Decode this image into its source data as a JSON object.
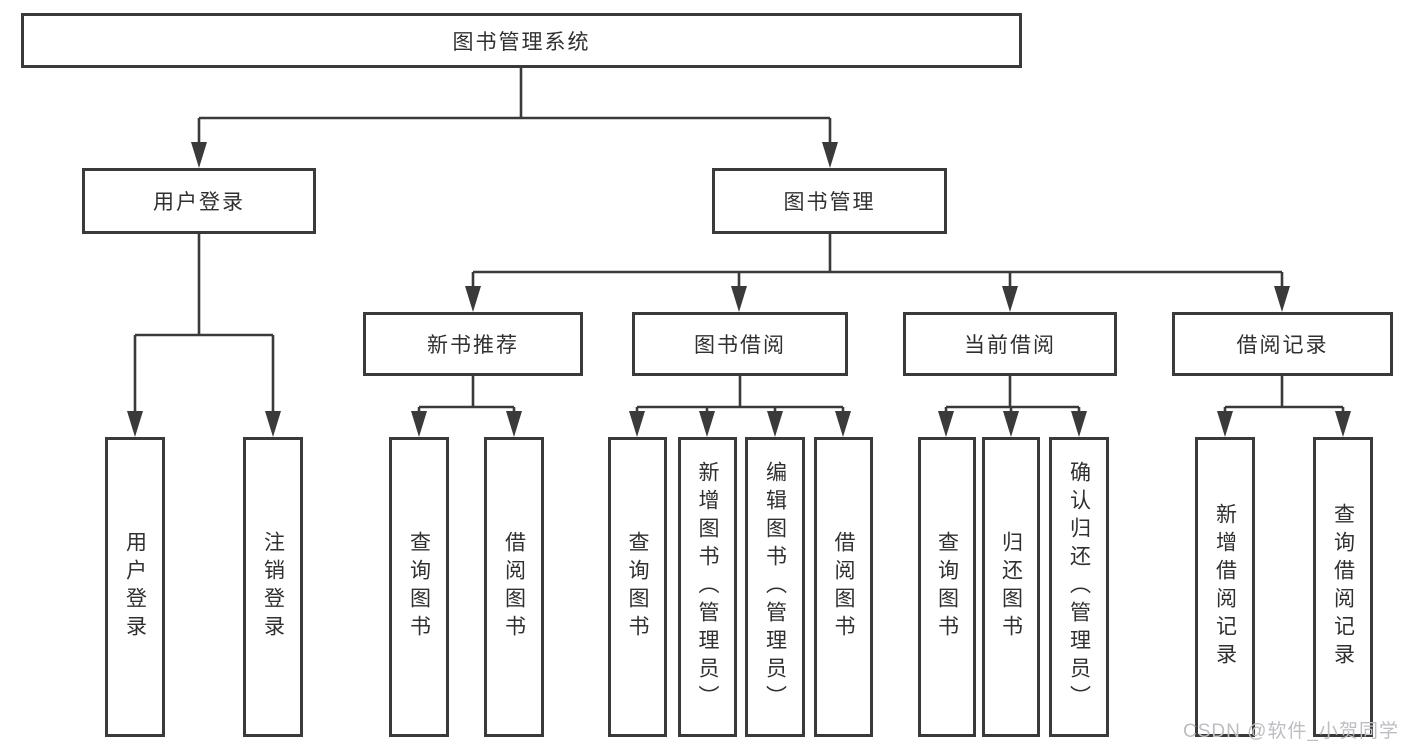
{
  "diagram_type": "hierarchy-tree",
  "colors": {
    "line": "#3a3a3a",
    "box_border": "#3a3a3a",
    "text": "#303030",
    "watermark": "#bdbec2",
    "background": "#ffffff"
  },
  "watermark": {
    "text": "CSDN @软件_小贺同学"
  },
  "tree": {
    "label": "图书管理系统",
    "children": [
      {
        "label": "用户登录",
        "children": [
          {
            "label": "用户登录"
          },
          {
            "label": "注销登录"
          }
        ]
      },
      {
        "label": "图书管理",
        "children": [
          {
            "label": "新书推荐",
            "children": [
              {
                "label": "查询图书"
              },
              {
                "label": "借阅图书"
              }
            ]
          },
          {
            "label": "图书借阅",
            "children": [
              {
                "label": "查询图书"
              },
              {
                "label": "新增图书（管理员）"
              },
              {
                "label": "编辑图书（管理员）"
              },
              {
                "label": "借阅图书"
              }
            ]
          },
          {
            "label": "当前借阅",
            "children": [
              {
                "label": "查询图书"
              },
              {
                "label": "归还图书"
              },
              {
                "label": "确认归还（管理员）"
              }
            ]
          },
          {
            "label": "借阅记录",
            "children": [
              {
                "label": "新增借阅记录"
              },
              {
                "label": "查询借阅记录"
              }
            ]
          }
        ]
      }
    ]
  }
}
